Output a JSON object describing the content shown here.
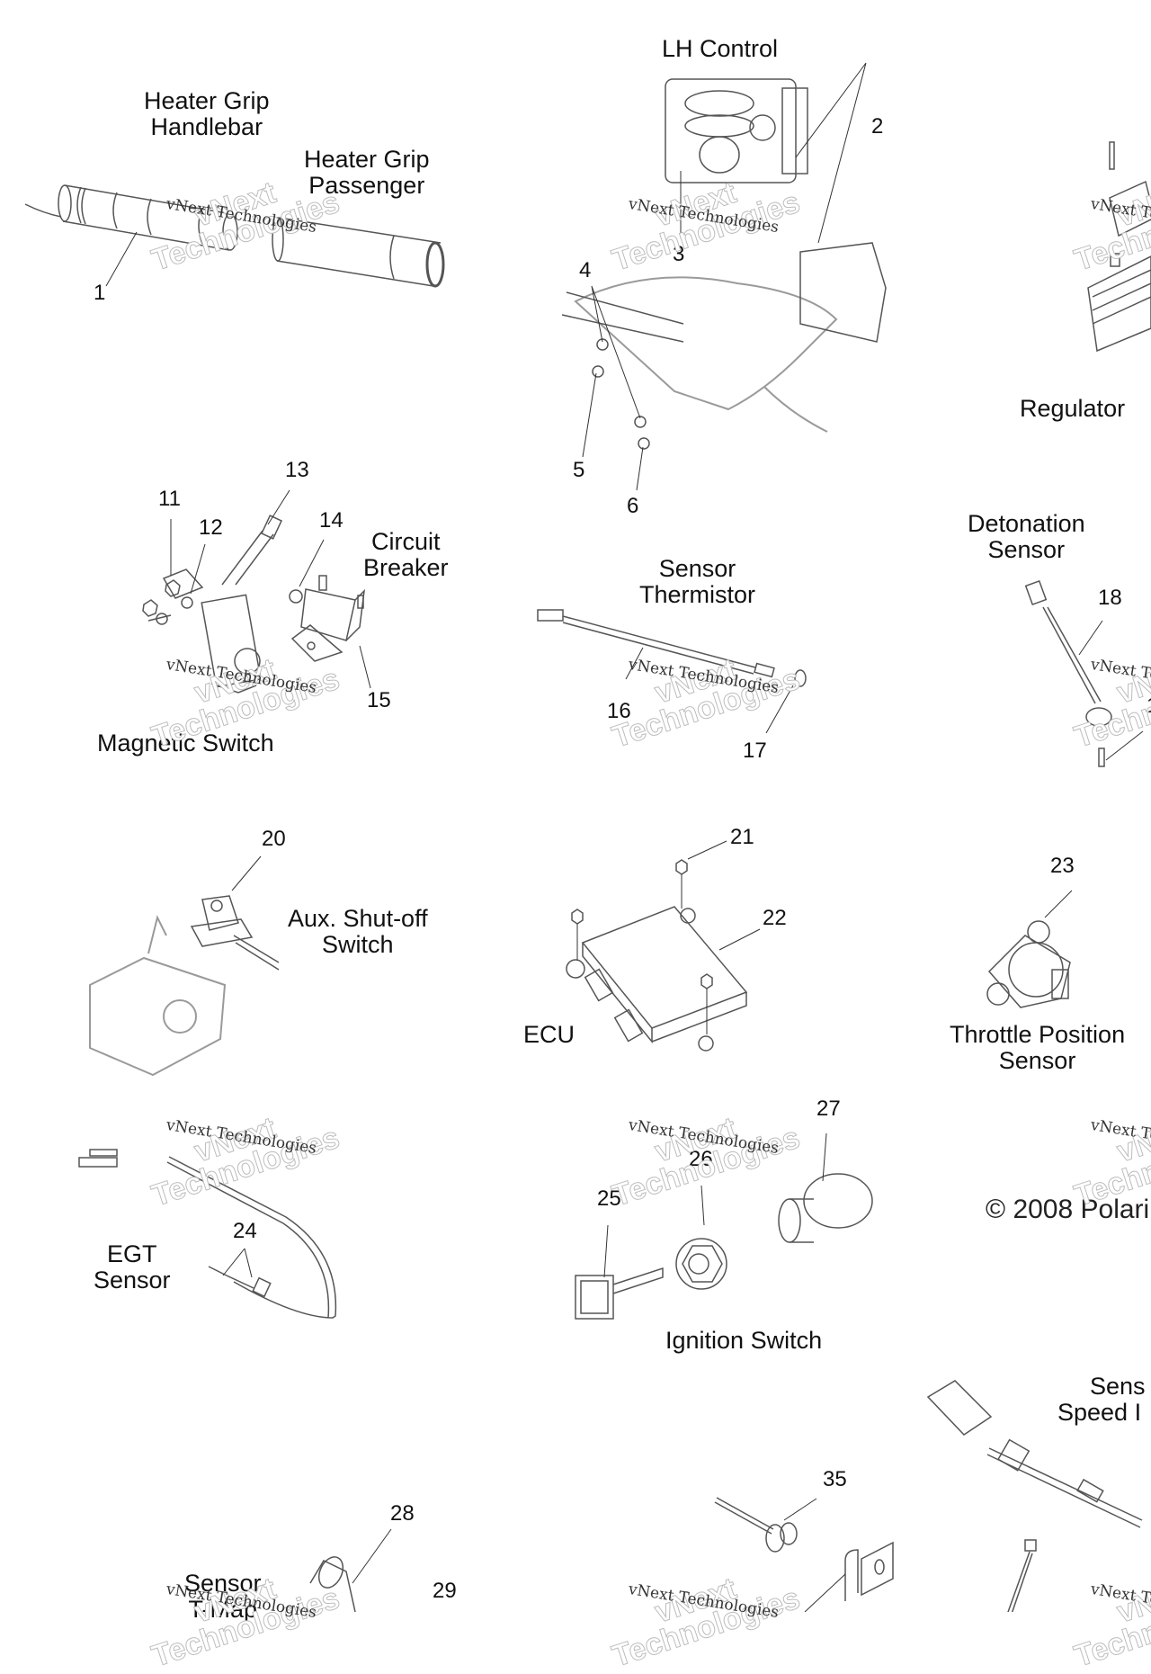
{
  "diagram": {
    "watermark": {
      "line1": "vNext Technologies",
      "line2a": "vNext",
      "line2b": "Technologies"
    },
    "copyright": "© 2008 Polari",
    "groups": [
      {
        "id": "heater-grip-handlebar",
        "label_lines": [
          "Heater Grip",
          "Handlebar"
        ],
        "callouts": [
          "1"
        ]
      },
      {
        "id": "heater-grip-passenger",
        "label_lines": [
          "Heater Grip",
          "Passenger"
        ],
        "callouts": []
      },
      {
        "id": "lh-control",
        "label_lines": [
          "LH Control"
        ],
        "callouts": [
          "2",
          "3",
          "4",
          "5",
          "6"
        ]
      },
      {
        "id": "regulator",
        "label_lines": [
          "Regulator"
        ],
        "callouts": []
      },
      {
        "id": "magnetic-switch",
        "label_lines": [
          "Magnetic Switch"
        ],
        "callouts": [
          "11",
          "12",
          "13"
        ]
      },
      {
        "id": "circuit-breaker",
        "label_lines": [
          "Circuit",
          "Breaker"
        ],
        "callouts": [
          "14",
          "15"
        ]
      },
      {
        "id": "sensor-thermistor",
        "label_lines": [
          "Sensor",
          "Thermistor"
        ],
        "callouts": [
          "16",
          "17"
        ]
      },
      {
        "id": "detonation-sensor",
        "label_lines": [
          "Detonation",
          "Sensor"
        ],
        "callouts": [
          "18",
          "1"
        ]
      },
      {
        "id": "aux-shutoff-switch",
        "label_lines": [
          "Aux. Shut-off",
          "Switch"
        ],
        "callouts": [
          "20"
        ]
      },
      {
        "id": "ecu",
        "label_lines": [
          "ECU"
        ],
        "callouts": [
          "21",
          "22"
        ]
      },
      {
        "id": "throttle-position-sensor",
        "label_lines": [
          "Throttle Position",
          "Sensor"
        ],
        "callouts": [
          "23"
        ]
      },
      {
        "id": "egt-sensor",
        "label_lines": [
          "EGT",
          "Sensor"
        ],
        "callouts": [
          "24"
        ]
      },
      {
        "id": "ignition-switch",
        "label_lines": [
          "Ignition Switch"
        ],
        "callouts": [
          "25",
          "26",
          "27"
        ]
      },
      {
        "id": "sensor-speed",
        "label_lines": [
          "Sens",
          "Speed I"
        ],
        "callouts": []
      },
      {
        "id": "sensor-t-map",
        "label_lines": [
          "Sensor",
          "T-Map"
        ],
        "callouts": [
          "28",
          "29"
        ]
      },
      {
        "id": "misc-35",
        "label_lines": [],
        "callouts": [
          "35"
        ]
      }
    ]
  }
}
